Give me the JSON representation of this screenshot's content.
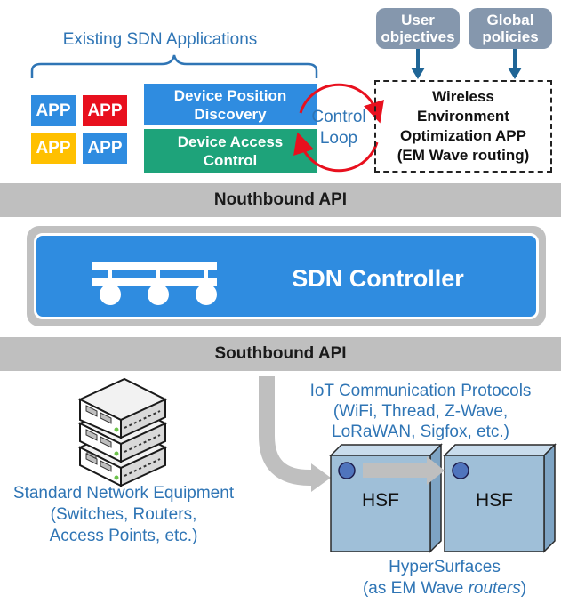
{
  "existing_apps": {
    "title": "Existing SDN Applications",
    "apps": [
      "APP",
      "APP",
      "APP",
      "APP"
    ],
    "app_colors": [
      "#2f8ce0",
      "#e8101e",
      "#ffc000",
      "#2f8ce0"
    ]
  },
  "device_position_app": "Device Position\nDiscovery",
  "device_access_app": "Device Access\nControl",
  "control_loop": "Control\nLoop",
  "user_objectives": "User\nobjectives",
  "global_policies": "Global\npolicies",
  "wireless_app": "Wireless\nEnvironment\nOptimization APP\n(EM Wave routing)",
  "northbound_api": "Nouthbound API",
  "sdn_controller": "SDN Controller",
  "southbound_api": "Southbound API",
  "iot_protocols": "IoT Communication Protocols\n(WiFi, Thread, Z-Wave,\nLoRaWAN, Sigfox, etc.)",
  "standard_equipment": "Standard Network Equipment\n(Switches, Routers,\nAccess Points, etc.)",
  "hsf_label": "HSF",
  "hypersurfaces": {
    "title": "HyperSurfaces",
    "subtitle_prefix": "(as EM Wave ",
    "subtitle_italic": "routers",
    "subtitle_suffix": ")"
  },
  "colors": {
    "app_blue": "#2f8ce0",
    "app_red": "#e8101e",
    "app_yellow": "#ffc000",
    "green": "#1ea37a",
    "controller_blue": "#2f8ce0",
    "api_gray": "#bfbfbf",
    "loop_red": "#e8101e",
    "label_blue": "#2f75b5"
  }
}
